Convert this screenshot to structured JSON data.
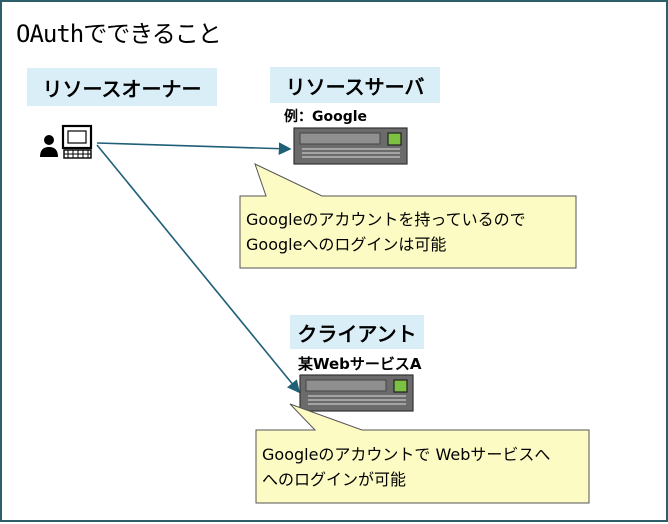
{
  "title": "OAuthでできること",
  "resource_owner": {
    "label": "リソースオーナー",
    "icon": "user-computer-icon"
  },
  "resource_server": {
    "label": "リソースサーバ",
    "example": "例：Google",
    "icon": "server-icon"
  },
  "client": {
    "label": "クライアント",
    "example": "某WebサービスA",
    "icon": "server-icon"
  },
  "callout_resource": {
    "lines": [
      "Googleのアカウントを持っているので",
      "Googleへのログインは可能"
    ]
  },
  "callout_client": {
    "lines": [
      "Googleのアカウントで Webサービスへ",
      "へのログインが可能"
    ]
  },
  "colors": {
    "frame": "#2d5f6a",
    "label_bg": "#daeef8",
    "callout_bg": "#fdfbc4",
    "arrow": "#1f5f78",
    "server_body": "#6b6b6b",
    "server_led": "#7dc142"
  }
}
